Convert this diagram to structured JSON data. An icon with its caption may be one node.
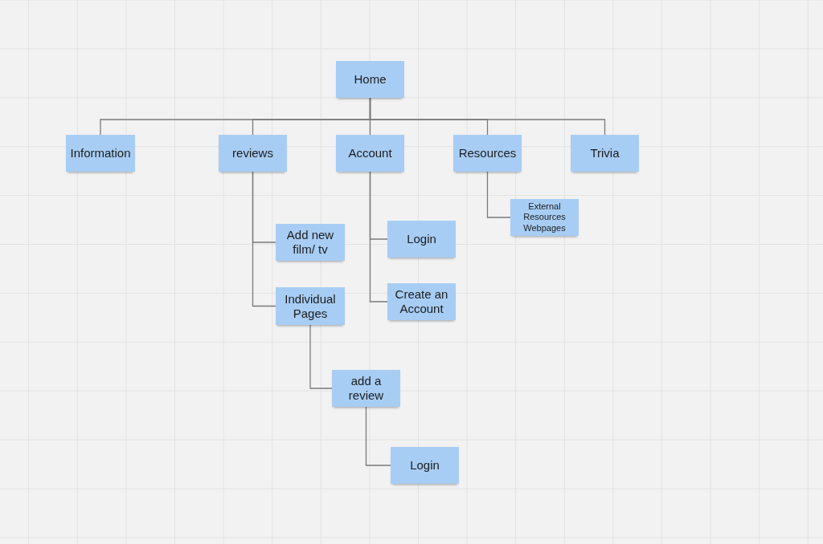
{
  "diagram": {
    "nodes": [
      {
        "text": [
          "Home"
        ]
      },
      {
        "text": [
          "Information"
        ]
      },
      {
        "text": [
          "reviews"
        ]
      },
      {
        "text": [
          "Account"
        ]
      },
      {
        "text": [
          "Resources"
        ]
      },
      {
        "text": [
          "Trivia"
        ]
      },
      {
        "text": [
          "Add new film/ tv"
        ]
      },
      {
        "text": [
          "Individual Pages"
        ]
      },
      {
        "text": [
          "Login"
        ]
      },
      {
        "text": [
          "Create an Account"
        ]
      },
      {
        "text": [
          "External Resources Webpages"
        ]
      },
      {
        "text": [
          "add a review"
        ]
      },
      {
        "text": [
          "Login"
        ]
      }
    ],
    "edges": [
      {
        "from": 0,
        "to": 1,
        "arrow": "none"
      },
      {
        "from": 0,
        "to": 2,
        "arrow": "none"
      },
      {
        "from": 0,
        "to": 3,
        "arrow": "none"
      },
      {
        "from": 0,
        "to": 4,
        "arrow": "none"
      },
      {
        "from": 0,
        "to": 5,
        "arrow": "none"
      },
      {
        "from": 2,
        "to": 6,
        "arrow": "none"
      },
      {
        "from": 2,
        "to": 7,
        "arrow": "none"
      },
      {
        "from": 3,
        "to": 8,
        "arrow": "none"
      },
      {
        "from": 3,
        "to": 9,
        "arrow": "none"
      },
      {
        "from": 4,
        "to": 10,
        "arrow": "none"
      },
      {
        "from": 7,
        "to": 11,
        "arrow": "none"
      },
      {
        "from": 11,
        "to": 12,
        "arrow": "none"
      }
    ]
  }
}
